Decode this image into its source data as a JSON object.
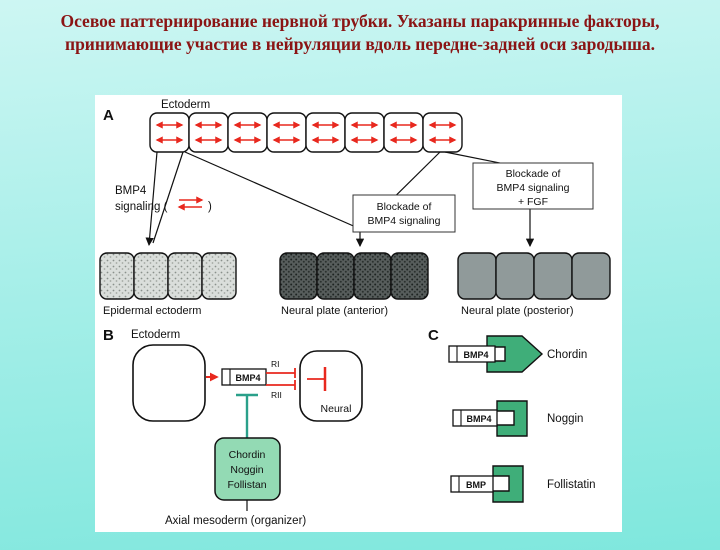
{
  "title": "Осевое паттернирование нервной трубки. Указаны паракринные факторы, принимающие участие в нейруляции вдоль передне-задней оси зародыша.",
  "panel_a": {
    "label": "A",
    "ectoderm_label": "Ectoderm",
    "bmp4_signaling_l1": "BMP4",
    "bmp4_signaling_l2": "signaling (",
    "bmp4_signaling_paren_close": ")",
    "blockade_mid_l1": "Blockade of",
    "blockade_mid_l2": "BMP4 signaling",
    "blockade_right_l1": "Blockade of",
    "blockade_right_l2": "BMP4 signaling",
    "blockade_right_l3": "+ FGF",
    "epidermal_label": "Epidermal ectoderm",
    "neural_anterior_label": "Neural plate (anterior)",
    "neural_posterior_label": "Neural plate (posterior)"
  },
  "panel_b": {
    "label": "B",
    "ectoderm_label": "Ectoderm",
    "bmp4_label": "BMP4",
    "ri_label": "RI",
    "rii_label": "RII",
    "plus_sign": "+",
    "neural_label": "Neural",
    "inhibitor_l1": "Chordin",
    "inhibitor_l2": "Noggin",
    "inhibitor_l3": "Follistan",
    "axial_label": "Axial mesoderm (organizer)"
  },
  "panel_c": {
    "label": "C",
    "rows": [
      {
        "box": "BMP4",
        "name": "Chordin"
      },
      {
        "box": "BMP4",
        "name": "Noggin"
      },
      {
        "box": "BMP",
        "name": "Follistatin"
      }
    ]
  },
  "colors": {
    "title_text": "#8a1414",
    "accent_red": "#e8281e",
    "accent_green": "#3fae79",
    "inhibition_green": "#2aa08a",
    "inhibitor_box_fill": "#93dab4",
    "posterior_cell_gray": "#909a9a",
    "background_cyan_top": "#cdf6f3",
    "background_cyan_bottom": "#7fe7dd"
  }
}
